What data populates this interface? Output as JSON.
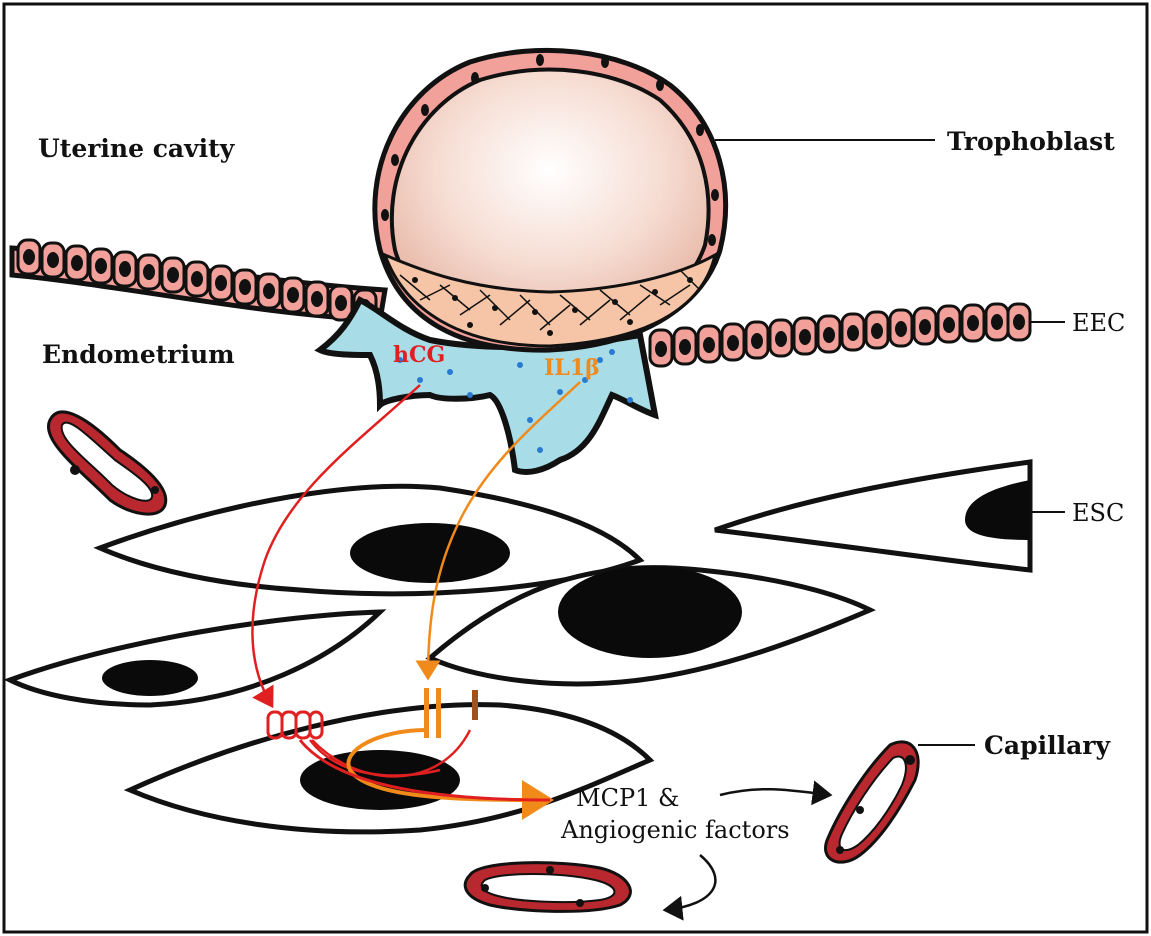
{
  "labels": {
    "uterine_cavity": "Uterine cavity",
    "endometrium": "Endometrium",
    "trophoblast": "Trophoblast",
    "eec": "EEC",
    "esc": "ESC",
    "capillary": "Capillary",
    "hcg": "hCG",
    "il1b": "IL1β",
    "product_line1": "MCP1 &",
    "product_line2": "Angiogenic factors"
  },
  "colors": {
    "hcg": "#e02020",
    "il1b": "#f08a1a",
    "epithelium": "#f2a09a",
    "stroma": "#a8dde8",
    "vessel": "#b8282e"
  }
}
